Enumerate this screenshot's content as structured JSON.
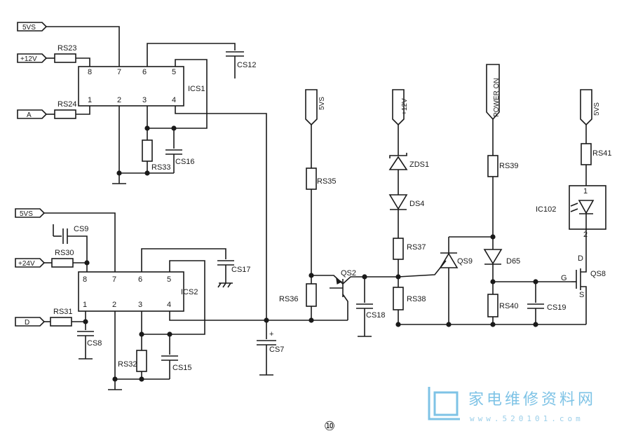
{
  "nets": {
    "in_5vs_top": "5VS",
    "in_12v": "+12V",
    "in_a": "A",
    "in_5vs_mid": "5VS",
    "in_24v": "+24V",
    "in_d": "D",
    "q2_supply": "5VS",
    "zd_supply": "+12V",
    "power_on": "POWER ON",
    "opto_supply": "5VS"
  },
  "ics1": {
    "name": "ICS1",
    "pins_top": [
      "8",
      "7",
      "6",
      "5"
    ],
    "pins_bottom": [
      "1",
      "2",
      "3",
      "4"
    ]
  },
  "ics2": {
    "name": "ICS2",
    "pins_top": [
      "8",
      "7",
      "6",
      "5"
    ],
    "pins_bottom": [
      "1",
      "2",
      "3",
      "4"
    ]
  },
  "parts": {
    "rs23": "RS23",
    "rs24": "RS24",
    "cs12": "CS12",
    "rs33": "RS33",
    "cs16": "CS16",
    "cs9": "CS9",
    "rs30": "RS30",
    "rs31": "RS31",
    "cs8": "CS8",
    "cs17": "CS17",
    "rs32": "RS32",
    "cs15": "CS15",
    "cs7": "CS7",
    "rs35": "RS35",
    "rs36": "RS36",
    "qs2": "QS2",
    "cs18": "CS18",
    "zds1": "ZDS1",
    "ds4": "DS4",
    "rs37": "RS37",
    "rs38": "RS38",
    "qs9": "QS9",
    "rs39": "RS39",
    "d65": "D65",
    "rs40": "RS40",
    "cs19": "CS19",
    "rs41": "RS41",
    "ic102": "IC102",
    "qs8": "QS8"
  },
  "opto_pins": {
    "top": "1",
    "bottom": "2"
  },
  "mosfet_pins": {
    "d": "D",
    "g": "G",
    "s": "S"
  },
  "cap_polarity": "+",
  "figure_number": "⑩",
  "watermark": {
    "text": "家电维修资料网",
    "url": "www.520101.com"
  },
  "colors": {
    "ink": "#1a1a1a",
    "watermark": "#7ec3e6"
  }
}
